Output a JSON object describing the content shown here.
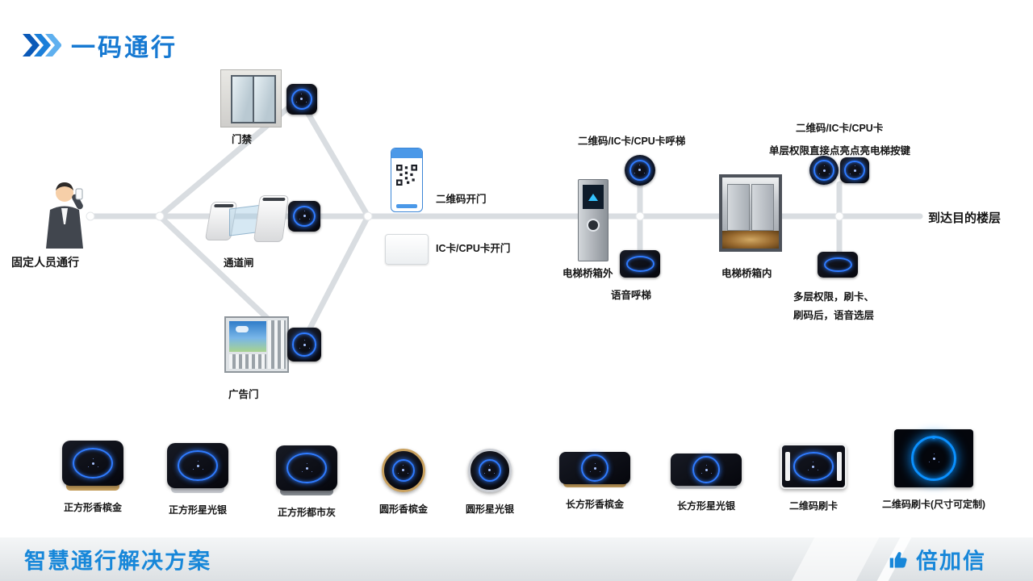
{
  "title": {
    "text": "一码通行"
  },
  "diagram": {
    "person_label": "固定人员通行",
    "door_label": "门禁",
    "gate_label": "通道闸",
    "ad_door_label": "广告门",
    "qr_open_label": "二维码开门",
    "ic_open_label": "IC卡/CPU卡开门",
    "call_label": "二维码/IC卡/CPU卡呼梯",
    "elevator_outside_label": "电梯桥箱外",
    "voice_call_label": "语音呼梯",
    "elevator_inside_label": "电梯桥箱内",
    "qr_ic_cpu_label": "二维码/IC卡/CPU卡",
    "single_floor_label": "单层权限直接点亮点亮电梯按键",
    "multi_floor_line1": "多层权限，刷卡、",
    "multi_floor_line2": "刷码后，语音选层",
    "destination_label": "到达目的楼层",
    "line_color": "#d9dde1",
    "accent_blue": "#1679d2",
    "ring_blue": "#2f7bff"
  },
  "products": [
    {
      "label": "正方形香槟金",
      "shape": "square",
      "trim": "#c8a05e"
    },
    {
      "label": "正方形星光银",
      "shape": "square",
      "trim": "#c9ccd2"
    },
    {
      "label": "正方形都市灰",
      "shape": "square",
      "trim": "#878c93"
    },
    {
      "label": "圆形香槟金",
      "shape": "round",
      "trim": "#c8a05e"
    },
    {
      "label": "圆形星光银",
      "shape": "round",
      "trim": "#c9ccd2"
    },
    {
      "label": "长方形香槟金",
      "shape": "rect",
      "trim": "#c8a05e"
    },
    {
      "label": "长方形星光银",
      "shape": "rect",
      "trim": "#c9ccd2"
    },
    {
      "label": "二维码刷卡",
      "shape": "qr-frame",
      "trim": "#f2f3f4"
    },
    {
      "label": "二维码刷卡(尺寸可定制)",
      "shape": "qr-large",
      "trim": "#0a90ff"
    }
  ],
  "footer": {
    "left_text": "智慧通行解决方案",
    "brand": "倍加信"
  }
}
